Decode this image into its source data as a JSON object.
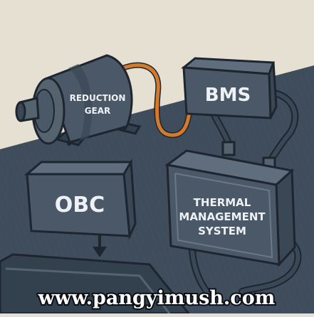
{
  "components": {
    "reduction_gear": {
      "line1": "REDUCTION",
      "line2": "GEAR"
    },
    "bms": {
      "label": "BMS"
    },
    "obc": {
      "label": "OBC"
    },
    "thermal_management": {
      "line1": "THERMAL",
      "line2": "MANAGEMENT",
      "line3": "SYSTEM"
    }
  },
  "watermark": {
    "text": "www.pangyimush.com"
  },
  "colors": {
    "background": "#e6e0d2",
    "floor": "#3f4c5c",
    "box_face": "#4b5867",
    "box_top": "#5f6d7c",
    "outline": "#1d2630",
    "cable_orange": "#d57a2a",
    "label_text": "#eef1f4"
  }
}
